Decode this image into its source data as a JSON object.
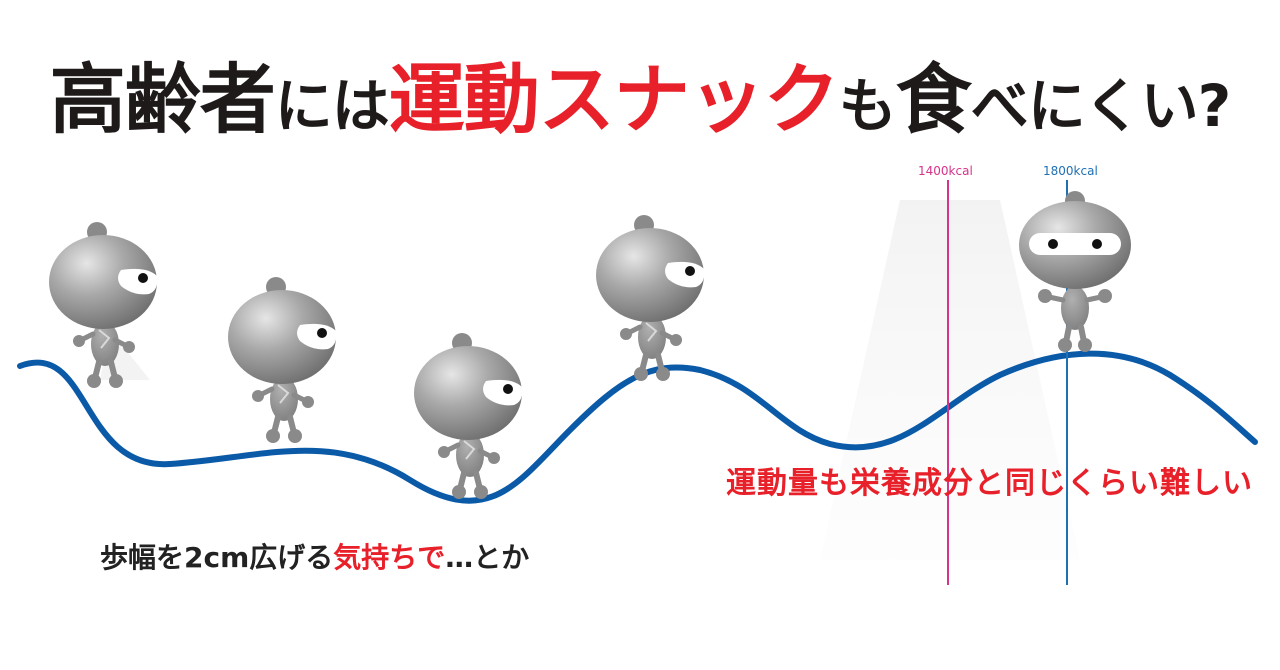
{
  "title": {
    "part1": "高齢者",
    "part2": "には",
    "part3": "運動スナック",
    "part4": "も",
    "part5": "食",
    "part6": "べにくい?"
  },
  "caption_right": "運動量も栄養成分と同じくらい難しい",
  "caption_left": {
    "dark": "歩幅を2cm広げる",
    "red": "気持ちで",
    "dark2": "…とか"
  },
  "lines": {
    "kcal_1400": "1400kcal",
    "kcal_1800": "1800kcal"
  },
  "colors": {
    "title_dark": "#1e1a1a",
    "accent_red": "#e8202a",
    "curve_blue": "#0b5aa8",
    "line_pink": "#d6338a",
    "line_blue": "#1f6fb4",
    "character_gray": "#8e8e8e"
  }
}
